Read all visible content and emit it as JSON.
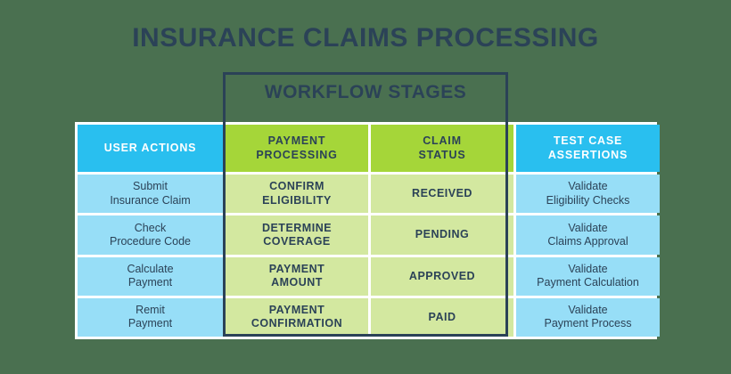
{
  "page": {
    "title": "INSURANCE CLAIMS PROCESSING",
    "background_color": "#4a7050"
  },
  "stage_box": {
    "label": "WORKFLOW STAGES",
    "border_color": "#2b4257",
    "spans_columns": [
      "PAYMENT PROCESSING",
      "CLAIM STATUS"
    ]
  },
  "colors": {
    "title_navy": "#2b4257",
    "header_blue": "#29bfef",
    "header_green": "#a5d639",
    "body_blue": "#97def7",
    "body_green": "#d3e8a0",
    "cell_text_navy": "#2b4257",
    "header_blue_text": "#ffffff",
    "grid_white": "#ffffff"
  },
  "table": {
    "headers": [
      {
        "label": "USER ACTIONS",
        "style": "blue"
      },
      {
        "label": "PAYMENT\nPROCESSING",
        "style": "green"
      },
      {
        "label": "CLAIM\nSTATUS",
        "style": "green"
      },
      {
        "label": "TEST CASE\nASSERTIONS",
        "style": "blue"
      }
    ],
    "rows": [
      {
        "user_action": "Submit\nInsurance Claim",
        "payment_processing": "CONFIRM\nELIGIBILITY",
        "claim_status": "RECEIVED",
        "test_case_assertion": "Validate\nEligibility Checks"
      },
      {
        "user_action": "Check\nProcedure Code",
        "payment_processing": "DETERMINE\nCOVERAGE",
        "claim_status": "PENDING",
        "test_case_assertion": "Validate\nClaims Approval"
      },
      {
        "user_action": "Calculate\nPayment",
        "payment_processing": "PAYMENT\nAMOUNT",
        "claim_status": "APPROVED",
        "test_case_assertion": "Validate\nPayment Calculation"
      },
      {
        "user_action": "Remit\nPayment",
        "payment_processing": "PAYMENT\nCONFIRMATION",
        "claim_status": "PAID",
        "test_case_assertion": "Validate\nPayment Process"
      }
    ]
  }
}
